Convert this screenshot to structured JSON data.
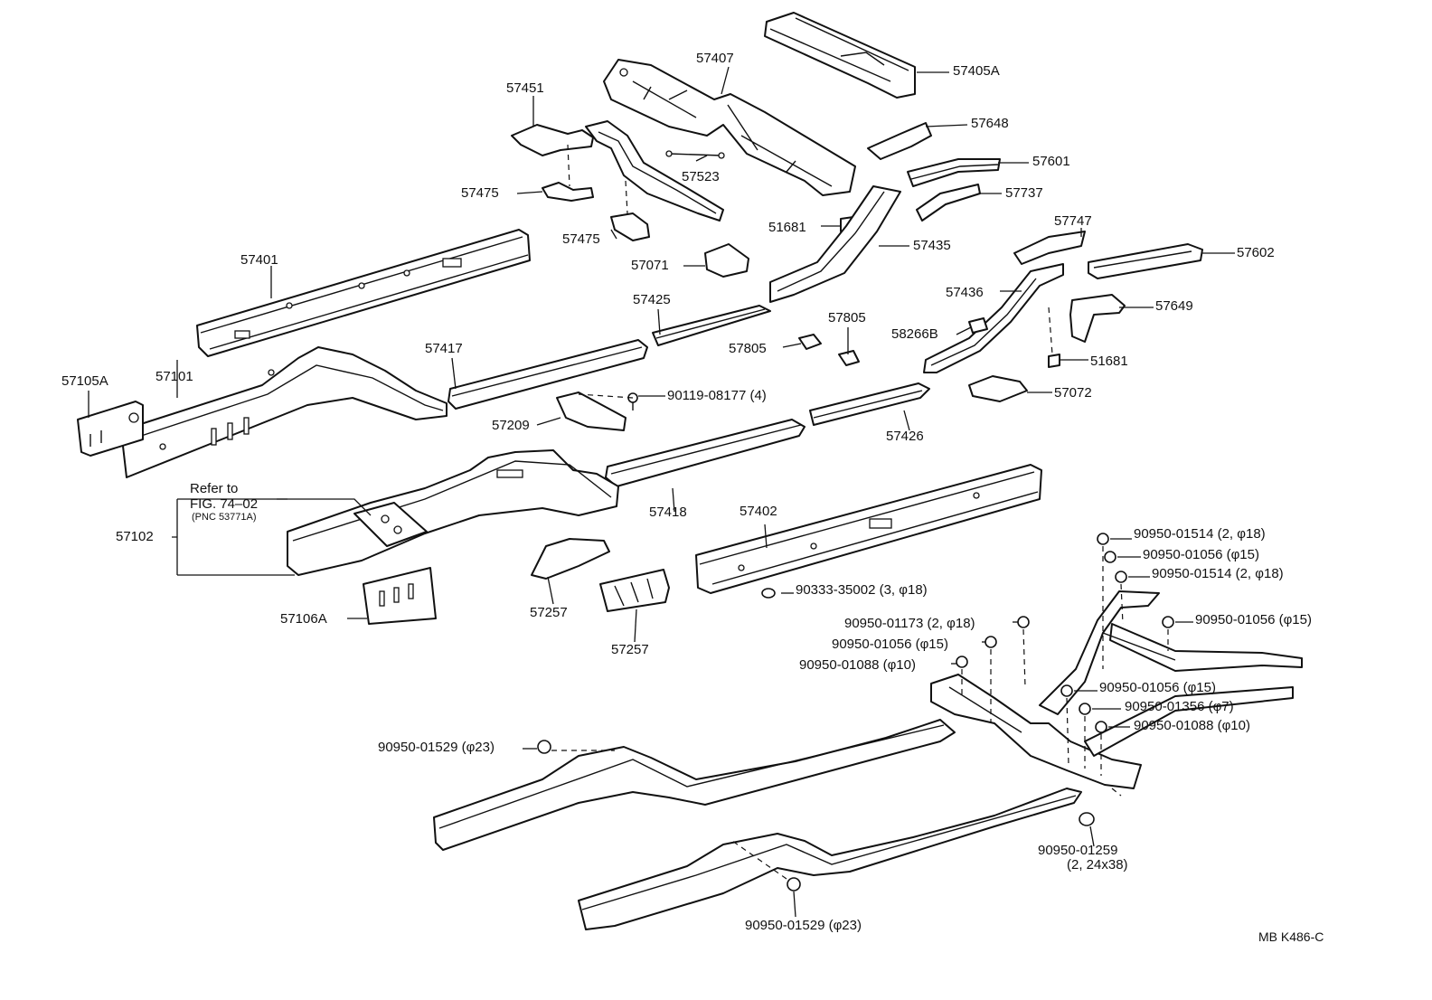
{
  "diagram": {
    "labels": {
      "p57405A": "57405A",
      "p57407": "57407",
      "p57451": "57451",
      "p57648": "57648",
      "p57601": "57601",
      "p57523": "57523",
      "p57475a": "57475",
      "p57737": "57737",
      "p51681a": "51681",
      "p57435": "57435",
      "p57475b": "57475",
      "p57747": "57747",
      "p57401": "57401",
      "p57071": "57071",
      "p57602": "57602",
      "p57436": "57436",
      "p57649": "57649",
      "p57425": "57425",
      "p57805a": "57805",
      "p58266B": "58266B",
      "p57805b": "57805",
      "p57417": "57417",
      "p51681b": "51681",
      "p57105A": "57105A",
      "p57101": "57101",
      "p90119": "90119-08177 (4)",
      "p57072": "57072",
      "p57209": "57209",
      "p57426": "57426",
      "refer1": "Refer to",
      "refer2": "FIG. 74–02",
      "refer3": "(PNC 53771A)",
      "p57418": "57418",
      "p57402": "57402",
      "p57102": "57102",
      "p57257a": "57257",
      "p57106A": "57106A",
      "p57257b": "57257",
      "p90950_01514a": "90950-01514 (2, φ18)",
      "p90950_01056a": "90950-01056 (φ15)",
      "p90950_01514b": "90950-01514 (2, φ18)",
      "p90333": "90333-35002 (3, φ18)",
      "p90950_01173": "90950-01173 (2, φ18)",
      "p90950_01056b": "90950-01056 (φ15)",
      "p90950_01056c": "90950-01056 (φ15)",
      "p90950_01088a": "90950-01088 (φ10)",
      "p90950_01056d": "90950-01056 (φ15)",
      "p90950_01356": "90950-01356 (φ7)",
      "p90950_01088b": "90950-01088 (φ10)",
      "p90950_01529a": "90950-01529 (φ23)",
      "p90950_01259a": "90950-01259",
      "p90950_01259b": "(2, 24x38)",
      "p90950_01529b": "90950-01529 (φ23)",
      "code": "MB K486-C"
    }
  }
}
